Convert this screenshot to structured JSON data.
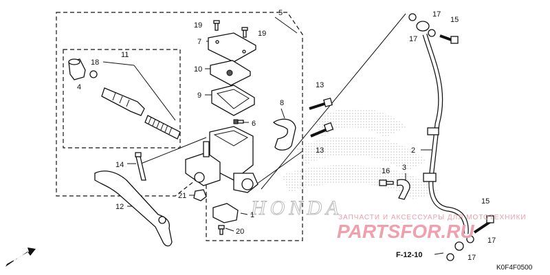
{
  "callouts": {
    "c1": "1",
    "c2": "2",
    "c3": "3",
    "c4": "4",
    "c5": "5",
    "c6": "6",
    "c7": "7",
    "c8": "8",
    "c9": "9",
    "c10": "10",
    "c11": "11",
    "c12": "12",
    "c13a": "13",
    "c13b": "13",
    "c14": "14",
    "c15a": "15",
    "c15b": "15",
    "c16": "16",
    "c17a": "17",
    "c17b": "17",
    "c17c": "17",
    "c17d": "17",
    "c18": "18",
    "c19a": "19",
    "c19b": "19",
    "c20": "20",
    "c21": "21"
  },
  "reference": "F-12-10",
  "diagram_code": "K0F4F0500",
  "front_arrow": "FR.",
  "watermark": {
    "line1": "ЗАПЧАСТИ И АКСЕССУАРЫ ДЛЯ МОТОТЕХНИКИ",
    "line2": "PARTSFOR.RU"
  },
  "brand_mark": "HONDA",
  "colors": {
    "watermark": "#f0a0ac",
    "line": "#111111"
  }
}
